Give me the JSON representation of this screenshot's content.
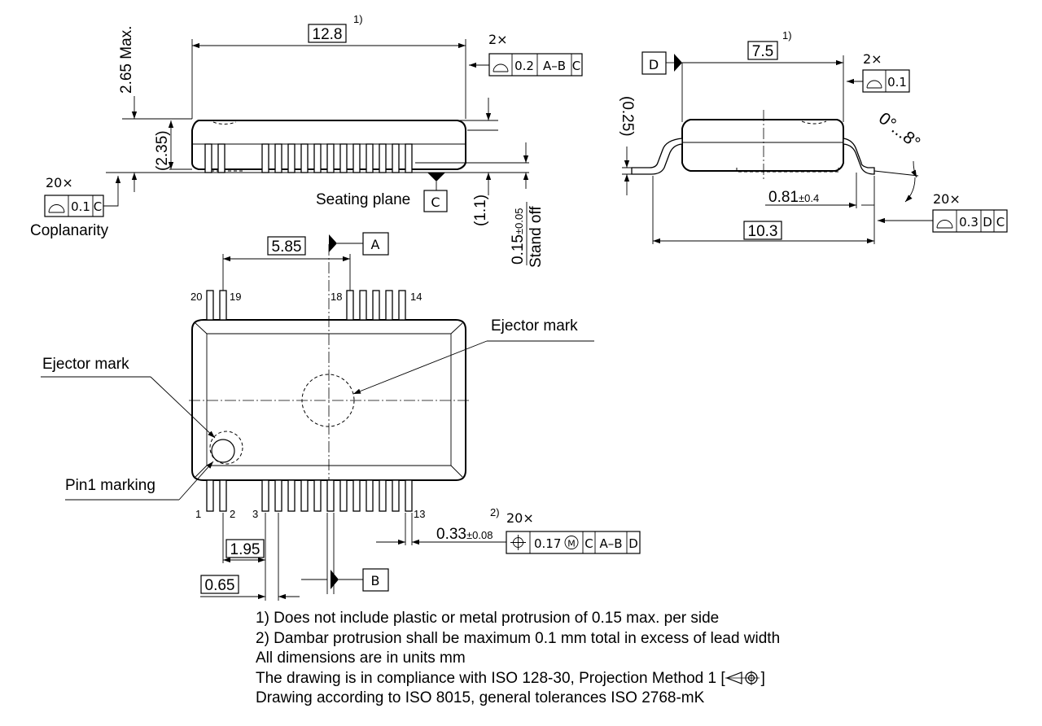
{
  "side_view": {
    "length": "12.8",
    "length_note": "1)",
    "max_height": "2.65 Max.",
    "body_height": "(2.35)",
    "count_2x": "2×",
    "tol_flatness": "0.2",
    "tol_ref_1": "A–B",
    "tol_ref_2": "C",
    "count_20x": "20×",
    "coplanarity_tol": "0.1",
    "coplanarity_ref": "C",
    "coplanarity_label": "Coplanarity",
    "seating_plane_label": "Seating plane",
    "seating_datum": "C",
    "lead_height": "(1.1)",
    "standoff": "0.15",
    "standoff_tol": "±0.05",
    "standoff_label": "Stand off"
  },
  "end_view": {
    "width": "7.5",
    "width_note": "1)",
    "datum": "D",
    "count_2x": "2×",
    "tol_flatness": "0.1",
    "thickness": "(0.25)",
    "angle": "0°...8°",
    "foot_length": "0.81",
    "foot_tol": "±0.4",
    "overall_width": "10.3",
    "count_20x": "20×",
    "tol_profile": "0.3",
    "tol_ref_1": "D",
    "tol_ref_2": "C"
  },
  "top_view": {
    "offset": "5.85",
    "datum_a": "A",
    "datum_b": "B",
    "pin_labels": {
      "p20": "20",
      "p19": "19",
      "p18": "18",
      "p14": "14",
      "p1": "1",
      "p2": "2",
      "p3": "3",
      "p13": "13"
    },
    "ejector_mark_1": "Ejector mark",
    "ejector_mark_2": "Ejector mark",
    "pin1_label": "Pin1 marking",
    "pitch_1": "1.95",
    "pitch_2": "0.65",
    "lead_width": "0.33",
    "lead_width_tol": "±0.08",
    "lead_note": "2)",
    "count_20x": "20×",
    "pos_tol": "0.17",
    "pos_mod": "M",
    "pos_ref_1": "C",
    "pos_ref_2": "A–B",
    "pos_ref_3": "D"
  },
  "notes": {
    "n1": "1) Does not include plastic or metal protrusion of 0.15 max. per side",
    "n2": "2) Dambar protrusion shall be maximum 0.1 mm total in excess of lead width",
    "n3": "All dimensions are in units mm",
    "n4_pre": "The drawing is in compliance with ISO 128-30, Projection Method 1 [",
    "n4_post": "]",
    "n5": "Drawing according to ISO 8015, general tolerances ISO 2768-mK"
  }
}
